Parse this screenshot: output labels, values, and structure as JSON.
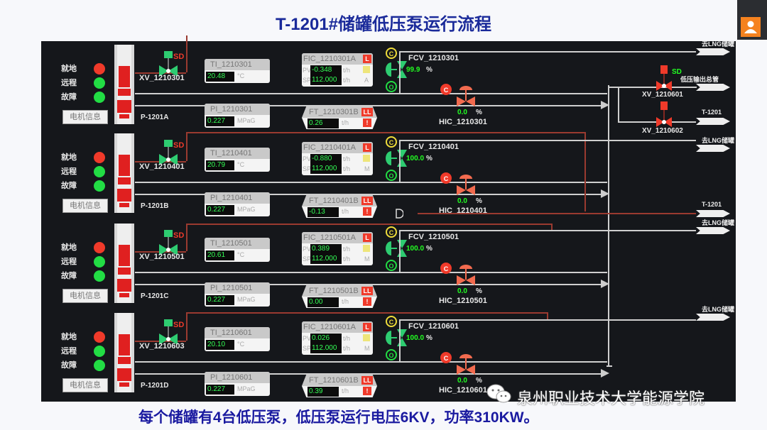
{
  "title": "T-1201#储罐低压泵运行流程",
  "caption": "每个储罐有4台低压泵，低压泵运行电压6KV，功率310KW。",
  "watermark": "泉州职业技术大学能源学院",
  "colors": {
    "run_red": "#f03a2a",
    "ok_green": "#22dd44",
    "pipe": "#cfcfcf",
    "sd_line": "#9a3a30",
    "title_blue": "#1a2a9a",
    "avatar_orange": "#f5821f"
  },
  "icons": {
    "avatar": "user-icon",
    "watermark": "wechat-icon"
  },
  "status_labels": [
    "就地",
    "远程",
    "故障"
  ],
  "motor_info_label": "电机信息",
  "units": {
    "temp": "°C",
    "press": "MPaG",
    "flow": "t/h",
    "pct": "%",
    "pv": "PV",
    "sp": "SP",
    "sd": "SD",
    "c": "C",
    "o": "O",
    "l": "L",
    "ll": "LL",
    "alarm": "!"
  },
  "rows": [
    {
      "pump": "P-1201A",
      "xv": "XV_1210301",
      "lights": [
        "red",
        "green",
        "green"
      ],
      "ti": {
        "tag": "TI_1210301",
        "value": "20.48"
      },
      "pi": {
        "tag": "PI_1210301",
        "value": "0.227"
      },
      "fic": {
        "tag": "FIC_1210301A",
        "pv": "-0.348",
        "sp": "112.000",
        "mode": "A"
      },
      "ft": {
        "tag": "FT_1210301B",
        "value": "0.26"
      },
      "fcv": {
        "tag": "FCV_1210301",
        "value": "99.9"
      },
      "hic": {
        "tag": "HIC_1210301",
        "value": "0.0"
      }
    },
    {
      "pump": "P-1201B",
      "xv": "XV_1210401",
      "lights": [
        "red",
        "green",
        "green"
      ],
      "ti": {
        "tag": "TI_1210401",
        "value": "20.79"
      },
      "pi": {
        "tag": "PI_1210401",
        "value": "0.227"
      },
      "fic": {
        "tag": "FIC_1210401A",
        "pv": "-0.880",
        "sp": "112.000",
        "mode": "M"
      },
      "ft": {
        "tag": "FT_1210401B",
        "value": "-0.13"
      },
      "fcv": {
        "tag": "FCV_1210401",
        "value": "100.0"
      },
      "hic": {
        "tag": "HIC_1210401",
        "value": "0.0"
      }
    },
    {
      "pump": "P-1201C",
      "xv": "XV_1210501",
      "lights": [
        "red",
        "green",
        "green"
      ],
      "ti": {
        "tag": "TI_1210501",
        "value": "20.61"
      },
      "pi": {
        "tag": "PI_1210501",
        "value": "0.227"
      },
      "fic": {
        "tag": "FIC_1210501A",
        "pv": "0.389",
        "sp": "112.000",
        "mode": "M"
      },
      "ft": {
        "tag": "FT_1210501B",
        "value": "0.00"
      },
      "fcv": {
        "tag": "FCV_1210501",
        "value": "100.0"
      },
      "hic": {
        "tag": "HIC_1210501",
        "value": "0.0"
      }
    },
    {
      "pump": "P-1201D",
      "xv": "XV_1210603",
      "lights": [
        "red",
        "green",
        "green"
      ],
      "ti": {
        "tag": "TI_1210601",
        "value": "20.10"
      },
      "pi": {
        "tag": "PI_1210601",
        "value": "0.227"
      },
      "fic": {
        "tag": "FIC_1210601A",
        "pv": "0.026",
        "sp": "112.000",
        "mode": "M"
      },
      "ft": {
        "tag": "FT_1210601B",
        "value": "0.39"
      },
      "fcv": {
        "tag": "FCV_1210601",
        "value": "100.0"
      },
      "hic": {
        "tag": "HIC_1210601",
        "value": "0.0"
      }
    }
  ],
  "outlets": {
    "to_lng": "去LNG储罐",
    "header": "低压输出总管",
    "t1201": "T-1201",
    "xv1": "XV_1210601",
    "xv2": "XV_1210602"
  }
}
